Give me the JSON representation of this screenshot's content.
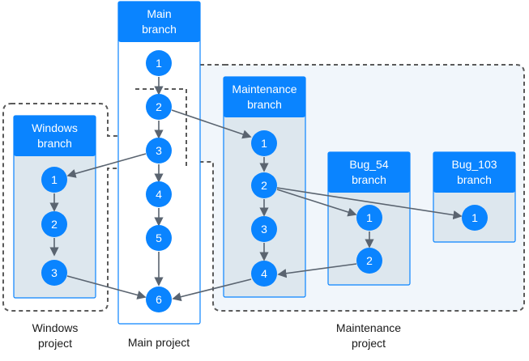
{
  "colors": {
    "header_blue": "#0a84ff",
    "node_blue": "#0a84ff",
    "column_fill": "#dde7ee",
    "column_stroke": "#0a84ff",
    "project_fill": "#f1f6fb",
    "dashed_stroke": "#5a5a5a",
    "arrow": "#5a6470",
    "text_on_blue": "#ffffff"
  },
  "branches": {
    "main": {
      "title_line1": "Main",
      "title_line2": "branch"
    },
    "windows": {
      "title_line1": "Windows",
      "title_line2": "branch"
    },
    "maintenance": {
      "title_line1": "Maintenance",
      "title_line2": "branch"
    },
    "bug54": {
      "title_line1": "Bug_54",
      "title_line2": "branch"
    },
    "bug103": {
      "title_line1": "Bug_103",
      "title_line2": "branch"
    }
  },
  "commits": {
    "main": [
      "1",
      "2",
      "3",
      "4",
      "5",
      "6"
    ],
    "windows": [
      "1",
      "2",
      "3"
    ],
    "maintenance": [
      "1",
      "2",
      "3",
      "4"
    ],
    "bug54": [
      "1",
      "2"
    ],
    "bug103": [
      "1"
    ]
  },
  "projects": {
    "windows": "Windows\nproject",
    "main": "Main project",
    "maintenance": "Maintenance\nproject"
  }
}
